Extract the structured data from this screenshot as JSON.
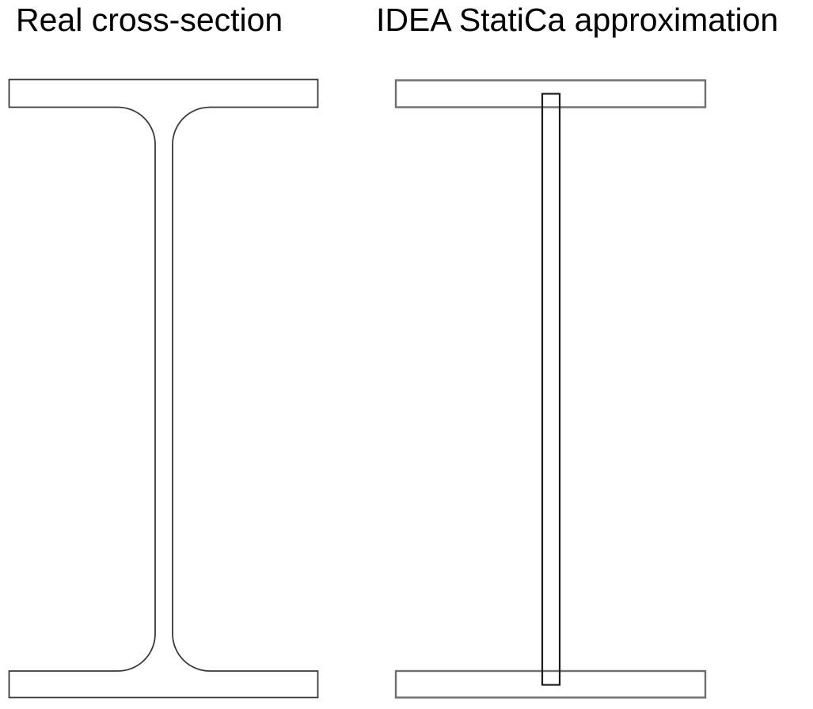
{
  "page": {
    "background": "#ffffff"
  },
  "titles": {
    "left": "Real cross-section",
    "right": "IDEA StatiCa approximation"
  },
  "colors": {
    "title_text": "#000000",
    "real_outline": "#3a3a3a",
    "approx_flange_outline": "#6f6f6f",
    "approx_web_outline": "#1c1c1c"
  },
  "diagram": {
    "left_shape": "I-beam cross-section with filleted web-to-flange transitions",
    "right_shape": "I-beam approximated as three rectangular plates (top flange, web to flange mid-planes, bottom flange)"
  }
}
